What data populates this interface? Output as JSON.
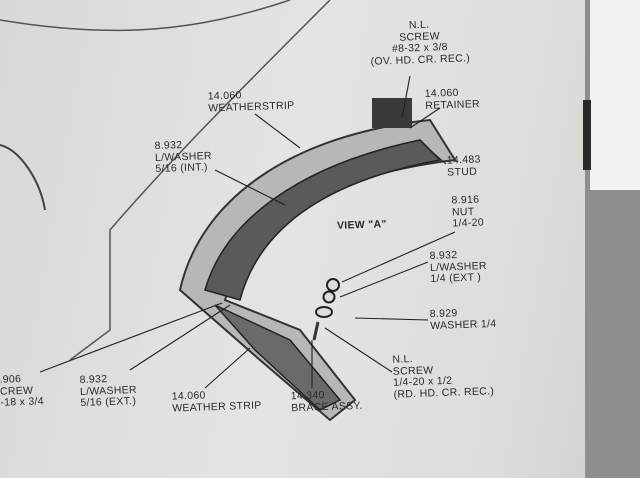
{
  "diagram": {
    "view_label": "VIEW \"A\"",
    "callouts": [
      {
        "id": "nl-screw-top",
        "lines": [
          "N.L.",
          "SCREW",
          "#8-32 x 3/8",
          "(OV. HD. CR. REC.)"
        ]
      },
      {
        "id": "retainer",
        "lines": [
          "14.060",
          "RETAINER"
        ]
      },
      {
        "id": "weatherstrip-top",
        "lines": [
          "14.060",
          "WEATHERSTRIP"
        ]
      },
      {
        "id": "stud",
        "lines": [
          "14.483",
          "STUD"
        ]
      },
      {
        "id": "lwasher-int",
        "lines": [
          "8.932",
          "L/WASHER",
          "5/16 (INT.)"
        ]
      },
      {
        "id": "nut",
        "lines": [
          "8.916",
          "NUT",
          "1/4-20"
        ]
      },
      {
        "id": "lwasher-ext-quarter",
        "lines": [
          "8.932",
          "L/WASHER",
          "1/4 (EXT )"
        ]
      },
      {
        "id": "washer",
        "lines": [
          "8.929",
          "WASHER 1/4"
        ]
      },
      {
        "id": "nl-screw-bottom",
        "lines": [
          "N.L.",
          "SCREW",
          "1/4-20 x 1/2",
          "(RD. HD. CR. REC.)"
        ]
      },
      {
        "id": "screw-left",
        "lines": [
          ".906",
          "CREW",
          "-18 x 3/4"
        ]
      },
      {
        "id": "lwasher-ext-516",
        "lines": [
          "8.932",
          "L/WASHER",
          "5/16 (EXT.)"
        ]
      },
      {
        "id": "weather-strip-bottom",
        "lines": [
          "14.060",
          "WEATHER STRIP"
        ]
      },
      {
        "id": "brace",
        "lines": [
          "14.340",
          "BRACE ASSY."
        ]
      }
    ]
  }
}
